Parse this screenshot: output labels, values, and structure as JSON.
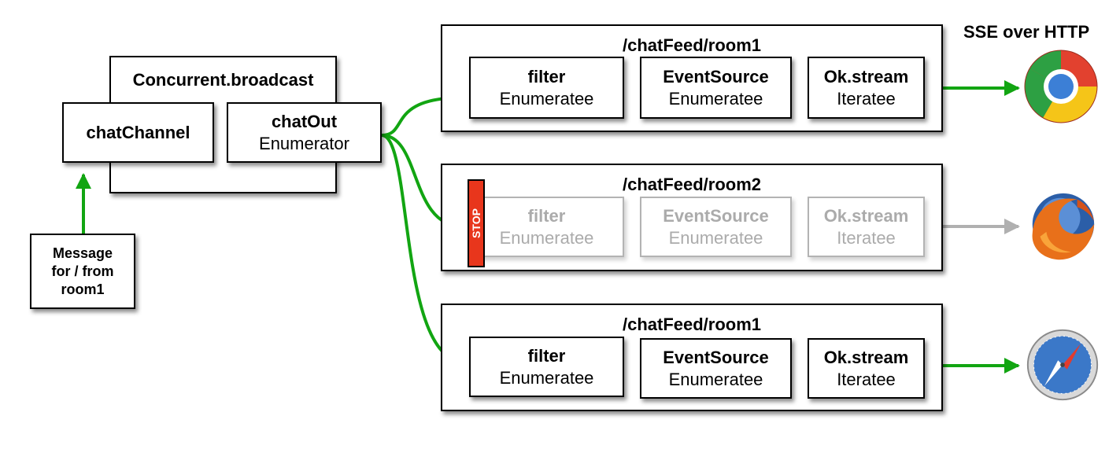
{
  "broadcast": {
    "title": "Concurrent.broadcast",
    "channel": "chatChannel",
    "out_name": "chatOut",
    "out_type": "Enumerator"
  },
  "message": {
    "line1": "Message",
    "line2": "for / from",
    "line3": "room1"
  },
  "sse_label": "SSE over HTTP",
  "feeds": [
    {
      "title": "/chatFeed/room1",
      "stopped": false,
      "nodes": [
        {
          "name": "filter",
          "type": "Enumeratee"
        },
        {
          "name": "EventSource",
          "type": "Enumeratee"
        },
        {
          "name": "Ok.stream",
          "type": "Iteratee"
        }
      ],
      "client_icon": "chrome-icon"
    },
    {
      "title": "/chatFeed/room2",
      "stopped": true,
      "stop_label": "STOP",
      "nodes": [
        {
          "name": "filter",
          "type": "Enumeratee"
        },
        {
          "name": "EventSource",
          "type": "Enumeratee"
        },
        {
          "name": "Ok.stream",
          "type": "Iteratee"
        }
      ],
      "client_icon": "firefox-icon"
    },
    {
      "title": "/chatFeed/room1",
      "stopped": false,
      "nodes": [
        {
          "name": "filter",
          "type": "Enumeratee"
        },
        {
          "name": "EventSource",
          "type": "Enumeratee"
        },
        {
          "name": "Ok.stream",
          "type": "Iteratee"
        }
      ],
      "client_icon": "safari-icon"
    }
  ],
  "colors": {
    "active": "#12a512",
    "inactive": "#b0b0b0",
    "stop": "#e8361c"
  }
}
